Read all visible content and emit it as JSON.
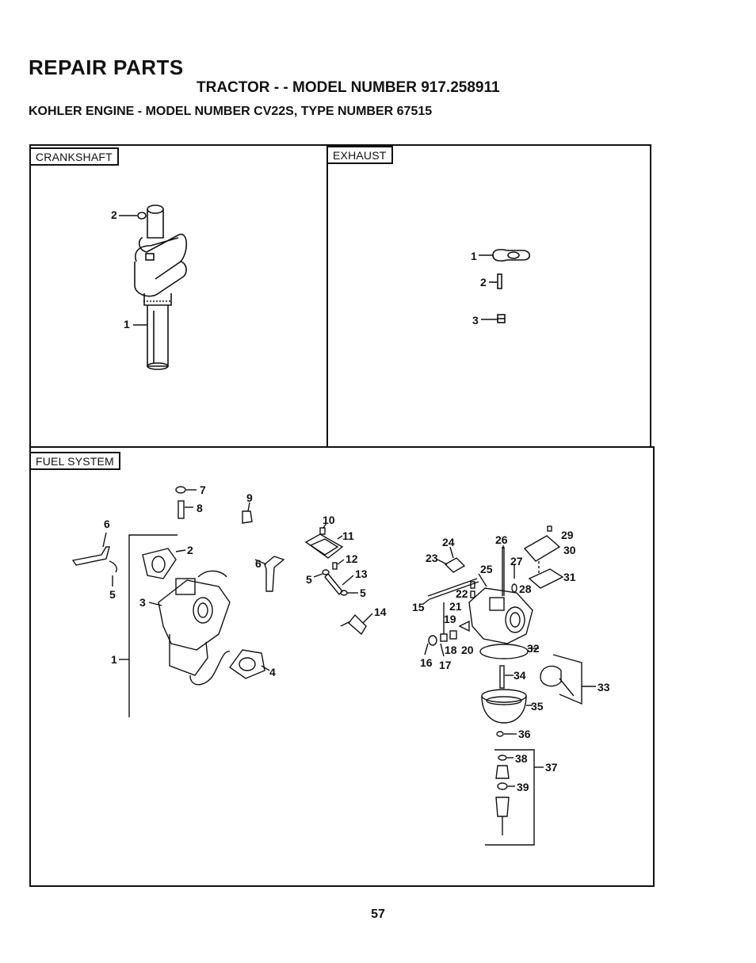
{
  "header": {
    "title": "REPAIR PARTS",
    "tractor_line": "TRACTOR - - MODEL NUMBER 917.258911",
    "engine_line": "KOHLER ENGINE - MODEL NUMBER CV22S, TYPE NUMBER 67515"
  },
  "sections": {
    "crankshaft": {
      "label": "CRANKSHAFT",
      "callouts": [
        "2",
        "1"
      ]
    },
    "exhaust": {
      "label": "EXHAUST",
      "callouts": [
        "1",
        "2",
        "3"
      ]
    },
    "fuel_system": {
      "label": "FUEL SYSTEM",
      "callouts": [
        "1",
        "2",
        "3",
        "4",
        "5",
        "5",
        "6",
        "7",
        "8",
        "9",
        "10",
        "11",
        "12",
        "13",
        "5",
        "14",
        "15",
        "16",
        "17",
        "18",
        "19",
        "20",
        "21",
        "22",
        "23",
        "24",
        "25",
        "26",
        "27",
        "28",
        "29",
        "30",
        "31",
        "32",
        "33",
        "34",
        "35",
        "36",
        "37",
        "38",
        "39"
      ]
    }
  },
  "footer": {
    "page_number": "57"
  }
}
